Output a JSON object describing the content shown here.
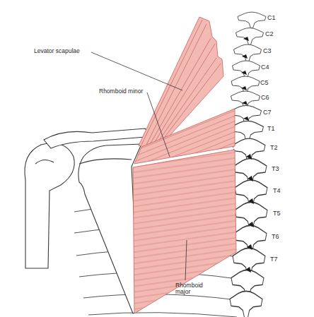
{
  "diagram": {
    "labels": [
      "C1",
      "C2",
      "C3",
      "Levator scapulae",
      "C4",
      "C5",
      "C6",
      "Rhomboid minor",
      "C7",
      "T1",
      "T2",
      "T3",
      "T4",
      "T5",
      "T6",
      "T7",
      "Rhomboid major"
    ]
  }
}
